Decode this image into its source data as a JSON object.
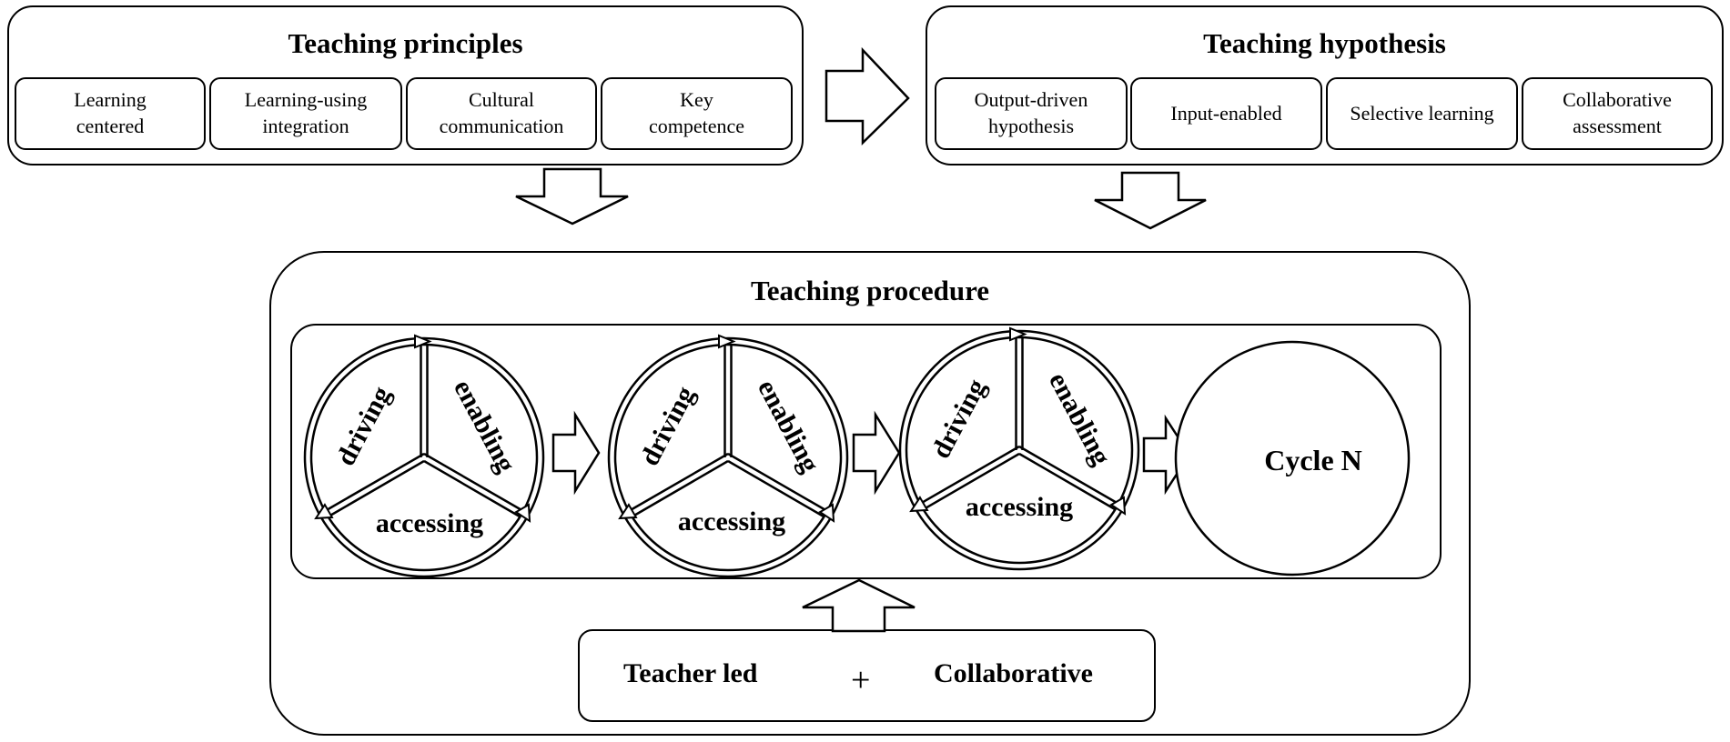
{
  "principles": {
    "title": "Teaching principles",
    "items": [
      "Learning\ncentered",
      "Learning-using\nintegration",
      "Cultural\ncommunication",
      "Key\ncompetence"
    ]
  },
  "hypothesis": {
    "title": "Teaching hypothesis",
    "items": [
      "Output-driven\nhypothesis",
      "Input-enabled",
      "Selective learning",
      "Collaborative\nassessment"
    ]
  },
  "procedure": {
    "title": "Teaching procedure",
    "cycle_labels": {
      "driving": "driving",
      "enabling": "enabling",
      "accessing": "accessing"
    },
    "final_cycle": "Cycle N"
  },
  "bottom": {
    "left": "Teacher led",
    "plus": "+",
    "right": "Collaborative"
  }
}
